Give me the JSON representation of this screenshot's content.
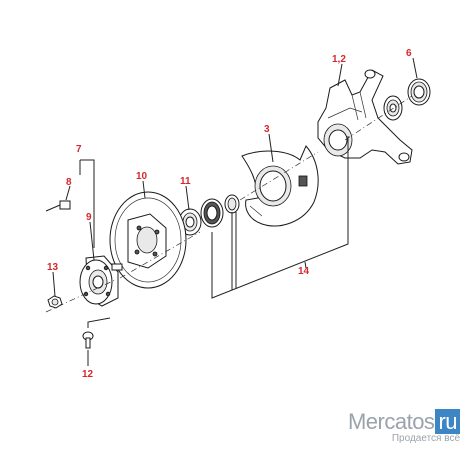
{
  "callouts": [
    {
      "id": "c12",
      "label": "1,2"
    },
    {
      "id": "c6",
      "label": "6"
    },
    {
      "id": "c3",
      "label": "3"
    },
    {
      "id": "c7",
      "label": "7"
    },
    {
      "id": "c8",
      "label": "8"
    },
    {
      "id": "c9",
      "label": "9"
    },
    {
      "id": "c10",
      "label": "10"
    },
    {
      "id": "c11",
      "label": "11"
    },
    {
      "id": "c13",
      "label": "13"
    },
    {
      "id": "c14",
      "label": "14"
    },
    {
      "id": "c12b",
      "label": "12"
    }
  ],
  "watermark": {
    "brand": "Mercatos",
    "tld": "ru",
    "tagline": "Продается всё"
  },
  "colors": {
    "callout": "#d6282c",
    "watermark_text": "#9aa3ab",
    "watermark_accent": "#3d86c6"
  }
}
